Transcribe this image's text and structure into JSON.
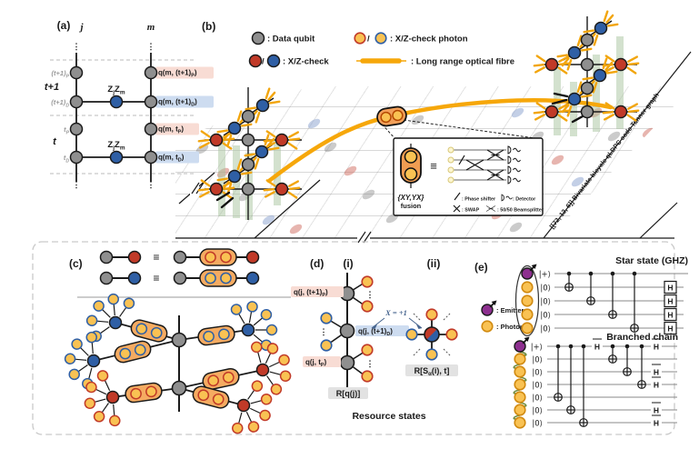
{
  "colors": {
    "data_qubit": "#8f8f8f",
    "x_check_red": "#c13a28",
    "z_check_blue": "#2f5fa5",
    "photon_yellow": "#f9c253",
    "capsule_orange": "#f5ab61",
    "fibre_orange": "#f6a70a",
    "green_band": "rgba(167,196,158,0.5)",
    "pink_label_bg": "#f8dcd4",
    "blue_label_bg": "#cddcf0",
    "gray_label_bg": "#e2e2e2",
    "emitter_purple": "#8d2f8f",
    "arc_green": "#708c3f"
  },
  "panel_a": {
    "label": "(a)",
    "col_j": "j",
    "col_m": "m",
    "t_plus_1": "t+1",
    "t": "t",
    "dots": "⋮",
    "row_t1p": {
      "pre": "(t+1)",
      "sub": "P"
    },
    "row_t1d": {
      "pre": "(t+1)",
      "sub": "D"
    },
    "row_tp": {
      "pre": "t",
      "sub": "P"
    },
    "row_td": {
      "pre": "t",
      "sub": "D"
    },
    "zz": {
      "p1": "Z",
      "s1": "j",
      "p2": "Z",
      "s2": "m"
    },
    "q_t1p": {
      "pre": "q(m, (t+1)",
      "sub": "P",
      "post": ")"
    },
    "q_t1d": {
      "pre": "q(m, (t+1)",
      "sub": "D",
      "post": ")"
    },
    "q_tp": {
      "pre": "q(m, t",
      "sub": "P",
      "post": ")"
    },
    "q_td": {
      "pre": "q(m, t",
      "sub": "D",
      "post": ")"
    }
  },
  "panel_b": {
    "label": "(b)",
    "legend": {
      "data_qubit": ": Data qubit",
      "slash": "/",
      "xz_check": ": X/Z-check",
      "xz_photon": ": X/Z-check photon",
      "fibre": ": Long range optical fibre"
    },
    "caption": "[[72, 12, 6]] Bivariate bicycle qLDPC code Tanner graph",
    "inset": {
      "fusion_basis": "{XY,YX}",
      "fusion": "fusion",
      "equiv": "≡",
      "phase_shifter": ": Phase shifter",
      "detector": ": Detector",
      "swap": ": SWAP",
      "beamsplitter": ": 50/50 Beamsplitter"
    }
  },
  "panel_c": {
    "label": "(c)",
    "equiv": "≡"
  },
  "panel_d": {
    "label": "(d)",
    "i": "(i)",
    "ii": "(ii)",
    "dots": "⋮",
    "q_top": {
      "pre": "q(j, (t+1)",
      "sub": "P",
      "post": ")"
    },
    "q_mid": {
      "pre": "q(j, (t+1)",
      "sub": "D",
      "post": ")"
    },
    "q_bot": {
      "pre": "q(j, t",
      "sub": "P",
      "post": ")"
    },
    "x_eq": "X = +1",
    "r_q": "R[q(j)]",
    "r_s": {
      "pre": "R[S",
      "sub": "α",
      "post": "(i), t]"
    },
    "resource": "Resource states"
  },
  "panel_e": {
    "label": "(e)",
    "emitter": ": Emitter",
    "photon": ": Photon",
    "star_title": "Star state (GHZ)",
    "branched_title": "Branched chain",
    "ket_plus": "|+⟩",
    "ket_zero": "|0⟩",
    "h": "H"
  }
}
